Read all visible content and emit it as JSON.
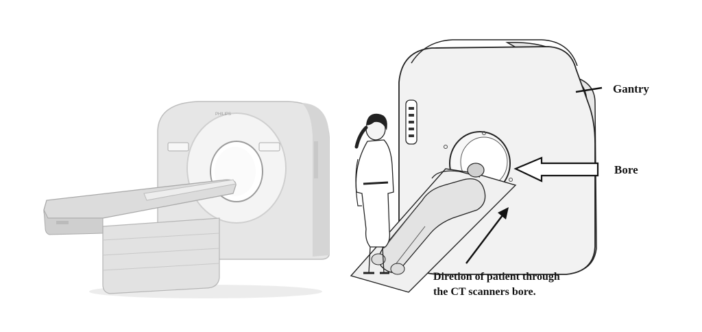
{
  "labels": {
    "gantry": "Gantry",
    "bore": "Bore",
    "direction_line1": "Diretion of patient through",
    "direction_line2": "the CT scanners bore."
  },
  "brand_text": "PHILIPS",
  "colors": {
    "scanner_body": "#e6e6e6",
    "scanner_shadow": "#b9b9b9",
    "gantry_face": "#f2f2f2",
    "ink": "#111111",
    "bed_top": "#dcdcdc"
  }
}
